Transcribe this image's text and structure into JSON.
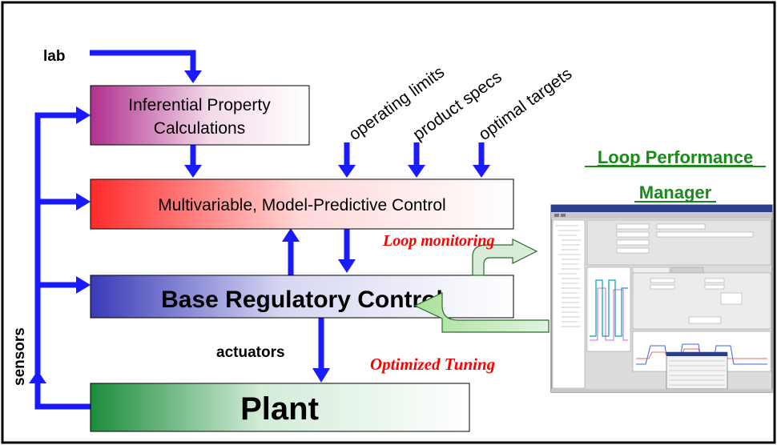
{
  "labels": {
    "lab": "lab",
    "sensors": "sensors",
    "actuators": "actuators",
    "operating_limits": "operating limits",
    "product_specs": "product specs",
    "optimal_targets": "optimal targets"
  },
  "boxes": {
    "inferential_line1": "Inferential Property",
    "inferential_line2": "Calculations",
    "mpc": "Multivariable, Model-Predictive Control",
    "base": "Base Regulatory Control",
    "plant": "Plant"
  },
  "lpm": {
    "title_line1": "Loop Performance",
    "title_line2": "Manager"
  },
  "feedback": {
    "loop_monitoring": "Loop monitoring",
    "optimized_tuning": "Optimized Tuning"
  },
  "colors": {
    "arrow": "#1a1aff",
    "lpm_title": "#1a8a1a",
    "feedback_text": "#ff0000",
    "inferential_grad": "#b0308e",
    "mpc_grad": "#ff2a2a",
    "base_grad": "#3a3ab8",
    "plant_grad": "#1c8c3c",
    "feedback_arrow_fill": "#b8e0a8"
  }
}
